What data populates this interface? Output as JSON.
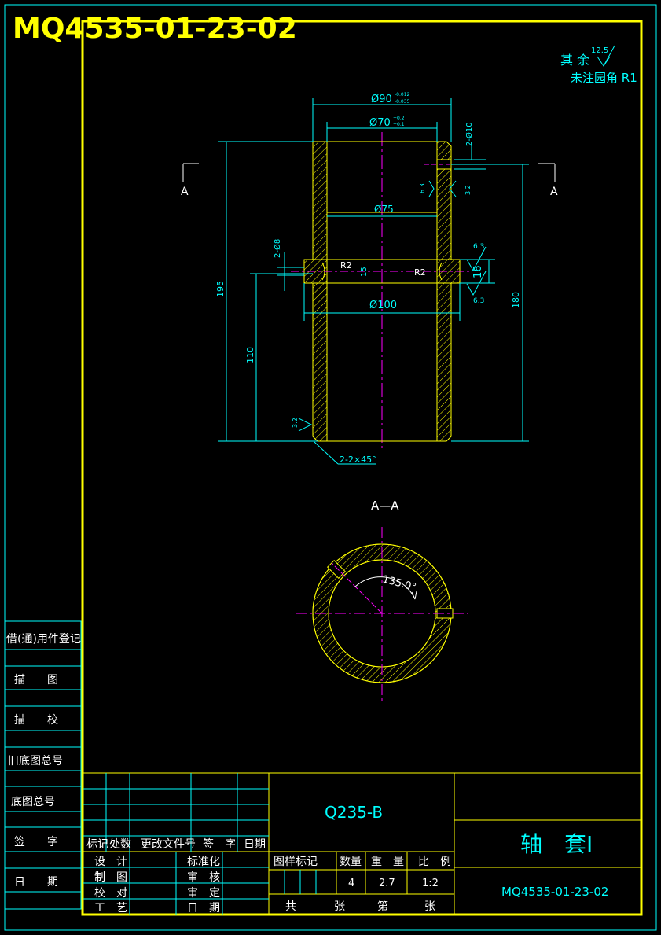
{
  "drawing": {
    "drawing_number_header": "MQ4535-01-23-02",
    "surface_note": {
      "prefix": "其 余",
      "roughness_value": "12.5",
      "fillet_note": "未注园角 R1"
    },
    "section_marker_label": "A",
    "section_title": "A—A",
    "dimensions": {
      "outer_dia": "Ø90",
      "outer_tol_upper": "-0.012",
      "outer_tol_lower": "-0.035",
      "inner_dia": "Ø70",
      "inner_tol_upper": "+0.2",
      "inner_tol_lower": "+0.1",
      "groove_dia": "Ø75",
      "collar_dia": "Ø100",
      "holes_top": "2-Ø10",
      "holes_left": "2-Ø8",
      "radius_left": "R2",
      "radius_right": "R2",
      "collar_width": "15",
      "collar_width_right": "16",
      "total_length": "195",
      "lower_length": "110",
      "right_length": "180",
      "chamfer": "2-2×45°",
      "roughness_right_top": "6.3",
      "roughness_right_bottom": "6.3",
      "roughness_left_mid": "6.3",
      "roughness_inner_right": "3.2",
      "roughness_bottom_left": "3.2",
      "section_angle": "135.0°"
    },
    "colors": {
      "frame": "#ffff00",
      "dimension": "#00ffff",
      "centerline": "#ff00ff",
      "background": "#000000",
      "text_white": "#ffffff"
    }
  },
  "side_panel": {
    "rows": [
      "借(通)用件登记",
      "描　　图",
      "描　　校",
      "旧底图总号",
      "底图总号",
      "签　　字",
      "日　　期"
    ]
  },
  "title_block": {
    "material": "Q235-B",
    "part_name": "轴　套Ⅰ",
    "drawing_number": "MQ4535-01-23-02",
    "revision_header": [
      "标记",
      "处数",
      "更改文件号",
      "签　字",
      "日期"
    ],
    "sign_rows_left": [
      "设　计",
      "制　图",
      "校　对",
      "工　艺"
    ],
    "sign_rows_right": [
      "标准化",
      "审　核",
      "审　定",
      "日　期"
    ],
    "info_headers": [
      "图样标记",
      "数量",
      "重　量",
      "比　例"
    ],
    "quantity": "4",
    "weight": "2.7",
    "scale": "1:2",
    "sheets_total_label": "共",
    "sheets_label": "张",
    "sheet_no_label": "第",
    "sheet_label": "张"
  }
}
